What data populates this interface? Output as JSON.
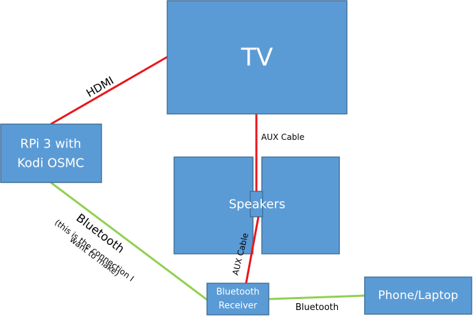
{
  "nodes": {
    "tv": {
      "label": "TV"
    },
    "rpi": {
      "label_line1": "RPi 3 with",
      "label_line2": "Kodi OSMC"
    },
    "speakers": {
      "label": "Speakers"
    },
    "bt_receiver": {
      "label_line1": "Bluetooth",
      "label_line2": "Receiver"
    },
    "phone": {
      "label": "Phone/Laptop"
    }
  },
  "edges": {
    "hdmi": {
      "label": "HDMI",
      "color": "#e8161b"
    },
    "aux_tv": {
      "label": "AUX Cable",
      "color": "#e8161b"
    },
    "aux_receiver": {
      "label": "AUX Cable",
      "color": "#e8161b"
    },
    "bt_rpi": {
      "label": "Bluetooth",
      "note_line1": "(this is the connection I",
      "note_line2": "want to make)",
      "color": "#92d050"
    },
    "bt_phone": {
      "label": "Bluetooth",
      "color": "#92d050"
    }
  },
  "colors": {
    "box_fill": "#5b9bd5",
    "box_border": "#41719c",
    "wired": "#e8161b",
    "wireless": "#92d050"
  }
}
